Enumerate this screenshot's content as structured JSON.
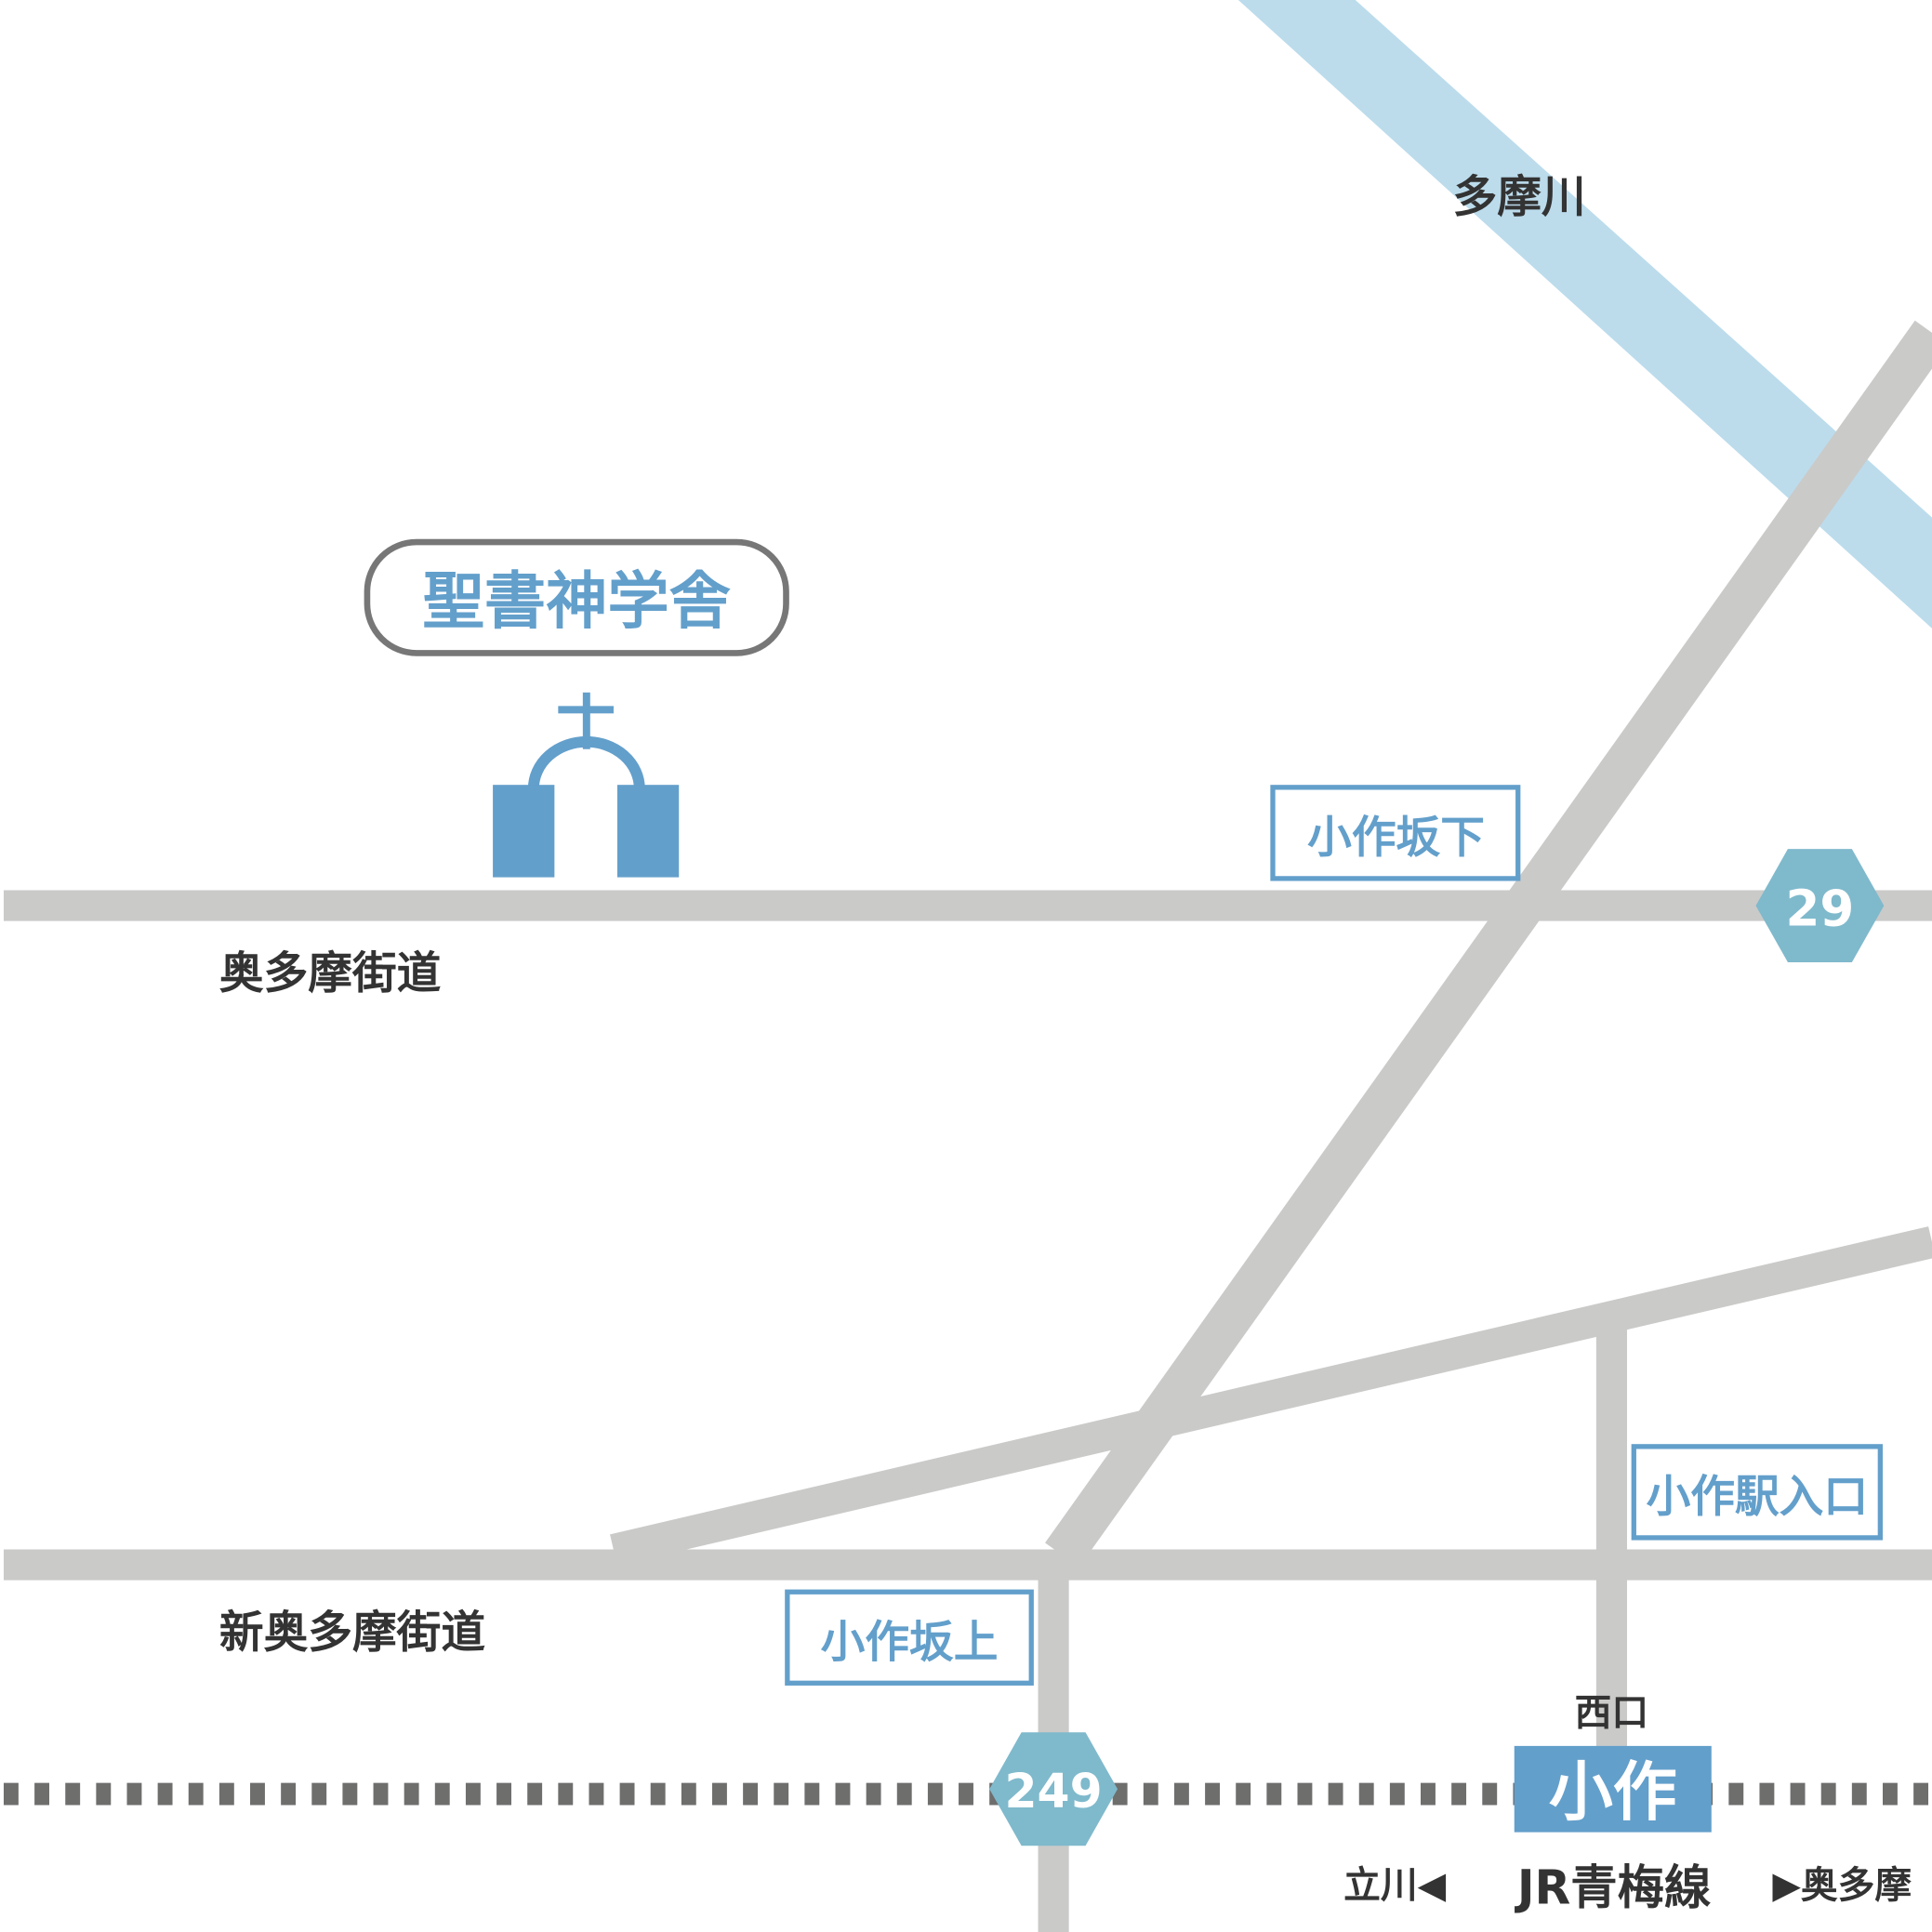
{
  "colors": {
    "river": "#bcdcec",
    "road": "#cacac9",
    "rail": "#6e6e6d",
    "accent": "#639fcb",
    "route": "#7fb9cc",
    "text": "#333333",
    "frame": "#777777"
  },
  "river": {
    "label": "多摩川"
  },
  "roads": {
    "okutama_kaido": "奥多摩街道",
    "shin_okutama_kaido": "新奥多摩街道"
  },
  "routes": {
    "r29": "29",
    "r249": "249"
  },
  "landmark": {
    "name": "聖書神学舎",
    "icon": "church-icon"
  },
  "intersections": {
    "ozakushita": "小作坂下",
    "ozakueki_iriguchi": "小作駅入口",
    "ozakuue": "小作坂上"
  },
  "station": {
    "name": "小作",
    "exit": "西口",
    "line": "JR青梅線",
    "left_dir": "立川◀",
    "right_dir": "▶奥多摩"
  }
}
